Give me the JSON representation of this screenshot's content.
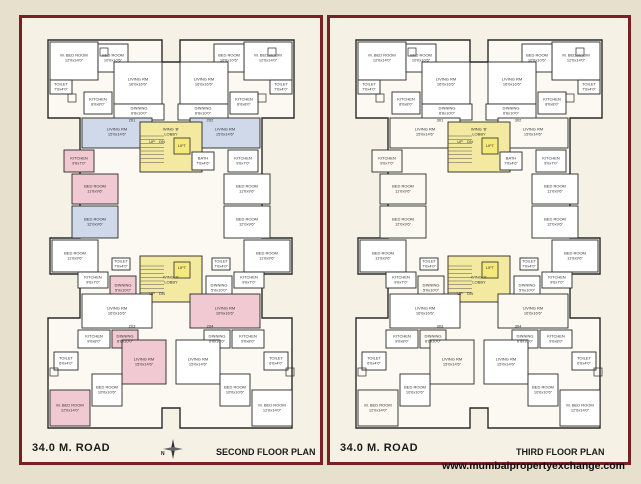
{
  "plans": [
    {
      "road_label": "34.0 M. ROAD",
      "plan_title": "SECOND FLOOR PLAN",
      "flat_numbers": [
        "201",
        "202",
        "203",
        "204"
      ],
      "rooms": {
        "m_bed_tl": "M. BED ROOM\n12'0x14'0\"",
        "bed_tl": "BED ROOM\n10'0x10'6\"",
        "toilet_tl": "TOILET\n7'0x4'0\"",
        "living_tl": "LIVING RM\n16'0x16'6\"",
        "kitchen_tl": "KITCHEN\n8'0x8'0\"",
        "dining_tl": "DINNING\n6'6x10'0\"",
        "m_bed_tr": "M. BED ROOM\n12'0x14'0\"",
        "bed_tr": "BED ROOM\n10'0x10'6\"",
        "toilet_tr": "TOILET\n7'0x4'0\"",
        "living_tr": "LIVING RM\n16'0x16'6\"",
        "kitchen_tr": "KITCHEN\n8'0x8'0\"",
        "dining_tr": "DINNING\n6'6x10'0\"",
        "living_ml": "LIVING RM\n15'0x14'6\"",
        "living_mr": "LIVING RM\n15'0x14'6\"",
        "lobby_top": "WING 'B'\nLOBBY",
        "lobby_bottom": "WING 'A'\nLOBBY",
        "kitchen_ml": "KITCHEN\n9'0x7'0\"",
        "kitchen_mr": "KITCHEN\n9'0x7'0\"",
        "bath_top": "BATH\n7'0x4'6\"",
        "bed_ml1": "BED ROOM\n11'0x9'6\"",
        "bed_mr1": "BED ROOM\n11'0x9'6\"",
        "bed_ml2": "BED ROOM\n12'0x9'6\"",
        "bed_mr2": "BED ROOM\n12'0x9'6\"",
        "bed_ml3": "BED ROOM\n11'0x9'6\"",
        "bed_mr3": "BED ROOM\n11'0x9'6\"",
        "kitchen_bl": "KITCHEN\n9'0x7'0\"",
        "kitchen_br": "KITCHEN\n9'0x7'0\"",
        "dining_bl": "DINNING\n5'0x10'0\"",
        "dining_br": "DINNING\n5'0x10'0\"",
        "toilet_bl": "TOILET\n7'0x4'0\"",
        "toilet_br": "TOILET\n7'0x4'0\"",
        "living_bl": "LIVING RM\n16'0x16'6\"",
        "living_br": "LIVING RM\n16'0x16'6\"",
        "kitchen_b2l": "KITCHEN\n9'0x8'0\"",
        "kitchen_b2r": "KITCHEN\n9'0x8'0\"",
        "dining_b2l": "DINNING\n6'6x10'0\"",
        "dining_b2r": "DINNING\n6'6x10'0\"",
        "living_b2l": "LIVING RM\n15'0x14'6\"",
        "living_b2r": "LIVING RM\n15'0x14'6\"",
        "toilet_b2l": "TOILET\n6'0x4'0\"",
        "toilet_b2r": "TOILET\n6'0x4'0\"",
        "bed_bl": "BED ROOM\n10'0x10'6\"",
        "bed_br": "BED ROOM\n10'0x10'6\"",
        "m_bed_bl": "M. BED ROOM\n12'0x14'0\"",
        "m_bed_br": "M. BED ROOM\n12'0x14'0\"",
        "lift_top": "LIFT",
        "lift_bottom": "LIFT",
        "up_top": "UP",
        "dn_top": "DN",
        "up_bottom": "UP",
        "dn_bottom": "DN"
      }
    },
    {
      "road_label": "34.0 M. ROAD",
      "plan_title": "THIRD FLOOR PLAN",
      "flat_numbers": [
        "301",
        "302",
        "303",
        "304"
      ],
      "rooms": {
        "m_bed_tl": "M. BED ROOM\n12'0x14'0\"",
        "bed_tl": "BED ROOM\n10'0x10'6\"",
        "toilet_tl": "TOILET\n7'0x4'0\"",
        "living_tl": "LIVING RM\n16'0x16'6\"",
        "kitchen_tl": "KITCHEN\n8'0x8'0\"",
        "dining_tl": "DINNING\n6'6x10'0\"",
        "m_bed_tr": "M. BED ROOM\n12'0x14'0\"",
        "bed_tr": "BED ROOM\n10'0x10'6\"",
        "toilet_tr": "TOILET\n7'0x4'0\"",
        "living_tr": "LIVING RM\n16'0x16'6\"",
        "kitchen_tr": "KITCHEN\n8'0x8'0\"",
        "dining_tr": "DINNING\n6'6x10'0\"",
        "living_ml": "LIVING RM\n15'0x14'6\"",
        "living_mr": "LIVING RM\n15'0x14'6\"",
        "lobby_top": "WING 'B'\nLOBBY",
        "lobby_bottom": "WING 'A'\nLOBBY",
        "kitchen_ml": "KITCHEN\n9'0x7'0\"",
        "kitchen_mr": "KITCHEN\n9'0x7'0\"",
        "bath_top": "BATH\n7'0x4'6\"",
        "bed_ml1": "BED ROOM\n11'0x9'6\"",
        "bed_mr1": "BED ROOM\n11'0x9'6\"",
        "bed_ml2": "BED ROOM\n12'0x9'6\"",
        "bed_mr2": "BED ROOM\n12'0x9'6\"",
        "bed_ml3": "BED ROOM\n11'0x9'6\"",
        "bed_mr3": "BED ROOM\n11'0x9'6\"",
        "kitchen_bl": "KITCHEN\n9'0x7'0\"",
        "kitchen_br": "KITCHEN\n9'0x7'0\"",
        "dining_bl": "DINNING\n5'0x10'0\"",
        "dining_br": "DINNING\n5'0x10'0\"",
        "toilet_bl": "TOILET\n7'0x4'0\"",
        "toilet_br": "TOILET\n7'0x4'0\"",
        "living_bl": "LIVING RM\n16'0x16'6\"",
        "living_br": "LIVING RM\n16'0x16'6\"",
        "kitchen_b2l": "KITCHEN\n9'0x8'0\"",
        "kitchen_b2r": "KITCHEN\n9'0x8'0\"",
        "dining_b2l": "DINNING\n6'6x10'0\"",
        "dining_b2r": "DINNING\n6'6x10'0\"",
        "living_b2l": "LIVING RM\n15'0x14'6\"",
        "living_b2r": "LIVING RM\n15'0x14'6\"",
        "toilet_b2l": "TOILET\n6'0x4'0\"",
        "toilet_b2r": "TOILET\n6'0x4'0\"",
        "bed_bl": "BED ROOM\n10'0x10'6\"",
        "bed_br": "BED ROOM\n10'0x10'6\"",
        "m_bed_bl": "M. BED ROOM\n12'0x14'0\"",
        "m_bed_br": "M. BED ROOM\n12'0x14'0\"",
        "lift_top": "LIFT",
        "lift_bottom": "LIFT",
        "up_top": "UP",
        "dn_top": "DN",
        "up_bottom": "UP",
        "dn_bottom": "DN"
      }
    }
  ],
  "compass_label": "N",
  "footer_url": "www.mumbaipropertyexchange.com",
  "colors": {
    "frame": "#7a1f24",
    "wall": "#2a2a2a",
    "pink": "#f1c9d3",
    "blue": "#cfd9ea",
    "yellow": "#f3e9a0",
    "lift": "#f6e97b",
    "stair": "#e2dcc6"
  }
}
